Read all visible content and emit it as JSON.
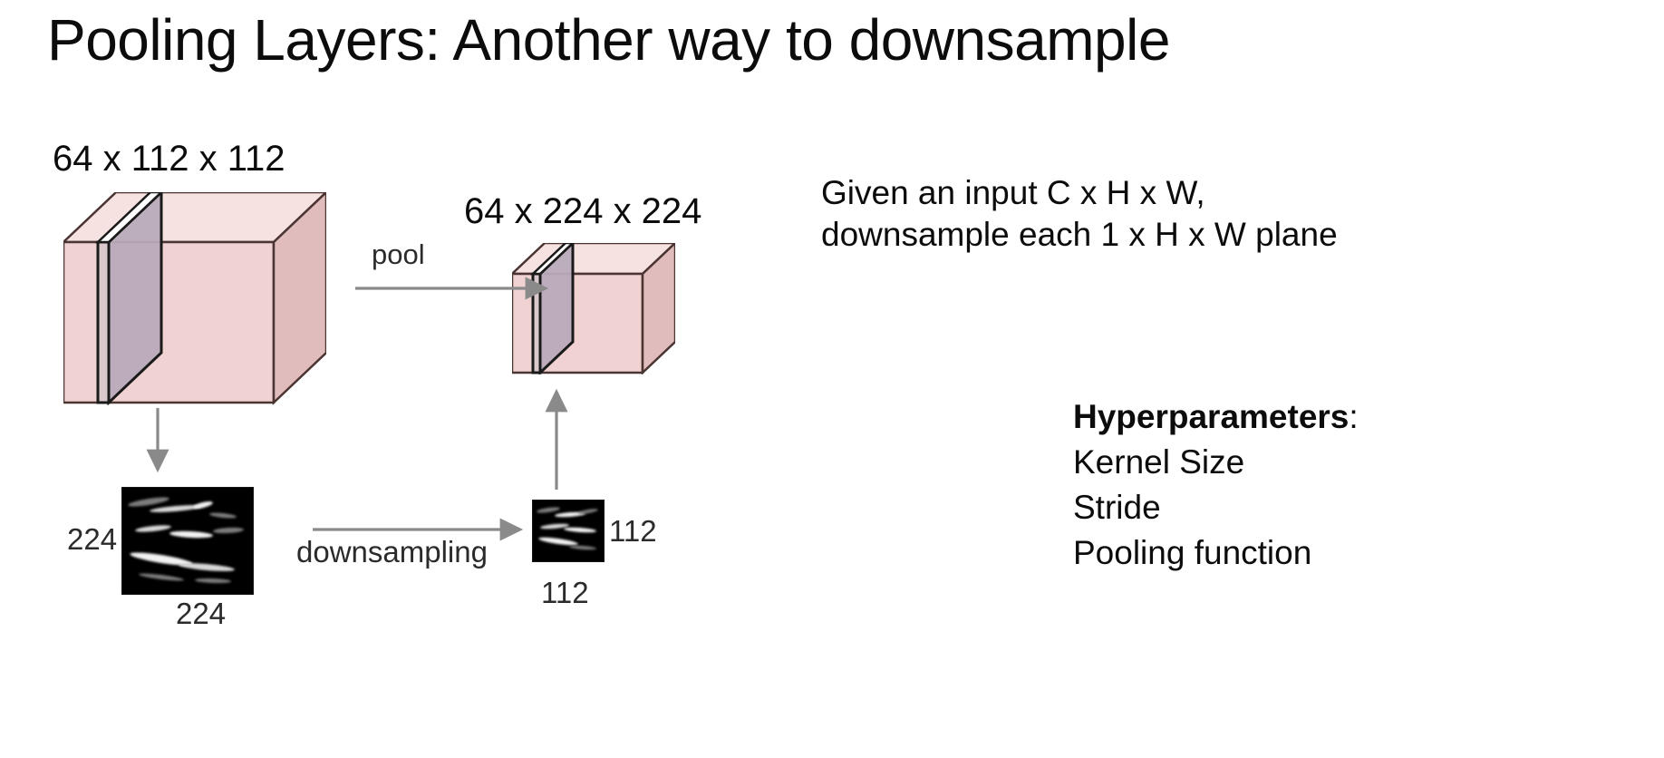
{
  "slide": {
    "title": "Pooling Layers: Another way to downsample",
    "background_color": "#ffffff",
    "text_color": "#0c0c0c"
  },
  "diagram": {
    "big_cube_label": "64 x 112 x 112",
    "small_cube_label": "64 x 224 x 224",
    "pool_arrow_label": "pool",
    "downsampling_arrow_label": "downsampling",
    "big_image_height_label": "224",
    "big_image_width_label": "224",
    "small_image_height_label": "112",
    "small_image_width_label": "112",
    "colors": {
      "cube_front": "#f0d2d2",
      "cube_top": "#f6e2e1",
      "cube_side": "#e0bcbc",
      "cube_slice": "#b9abba",
      "cube_outline": "#4a3533",
      "arrow": "#8a8a8a",
      "thumbnail_background": "#000000"
    }
  },
  "explanation": {
    "line1": "Given an input C x H x W,",
    "line2": "downsample each 1 x H x W plane"
  },
  "hyperparameters": {
    "heading": "Hyperparameters",
    "heading_suffix": ":",
    "items": [
      "Kernel Size",
      "Stride",
      "Pooling function"
    ]
  }
}
